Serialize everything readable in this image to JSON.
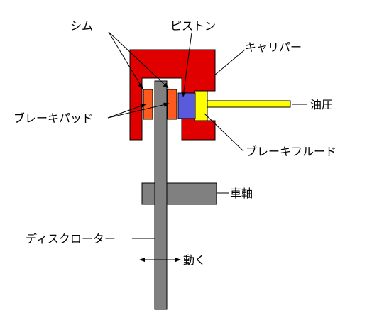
{
  "labels": {
    "shim": "シム",
    "piston": "ピストン",
    "caliper": "キャリパー",
    "hydraulic": "油圧",
    "brake_pad": "ブレーキパッド",
    "brake_fluid": "ブレーキフルード",
    "axle": "車軸",
    "disc_rotor": "ディスクローター",
    "moves": "動く"
  },
  "colors": {
    "caliper": "#e00000",
    "pad": "#ff5a1e",
    "piston": "#5a5adc",
    "fluid": "#ffff00",
    "rotor": "#808080",
    "axle": "#808080",
    "outline": "#000000",
    "background": "#ffffff"
  }
}
